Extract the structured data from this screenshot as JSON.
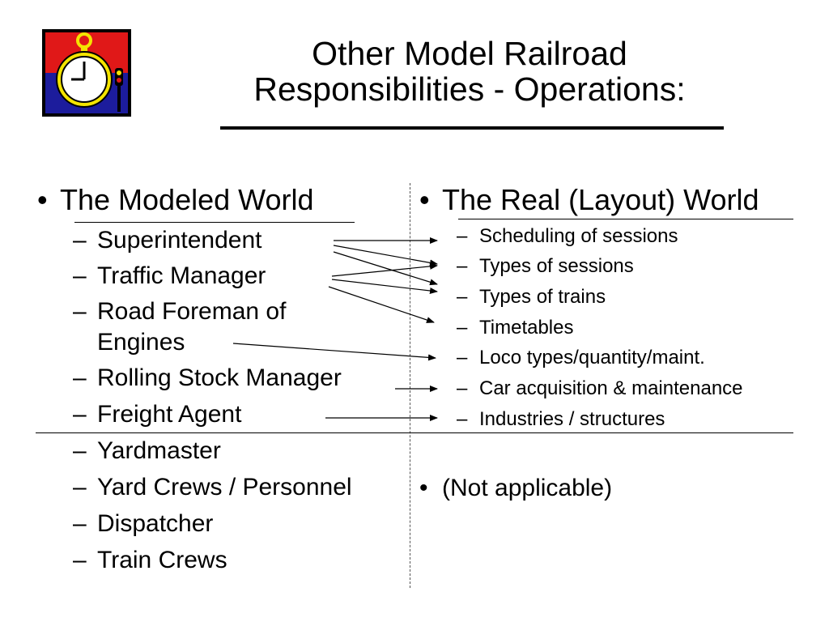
{
  "slide": {
    "title_line1": "Other Model Railroad",
    "title_line2": "Responsibilities - Operations:",
    "bullet_char": "•",
    "dash_char": "–"
  },
  "left_column": {
    "heading": "The Modeled World",
    "items": [
      "Superintendent",
      "Traffic Manager",
      "Road Foreman of",
      "Engines",
      "Rolling Stock Manager",
      "Freight Agent",
      "Yardmaster",
      "Yard Crews / Personnel",
      "Dispatcher",
      "Train Crews"
    ]
  },
  "right_column": {
    "heading": "The Real (Layout) World",
    "items": [
      "Scheduling of sessions",
      "Types of sessions",
      "Types of trains",
      "Timetables",
      "Loco types/quantity/maint.",
      "Car acquisition & maintenance",
      "Industries / structures"
    ],
    "second_heading": "(Not applicable)"
  },
  "logo": {
    "icon": "pocket-watch-signal-icon",
    "colors": {
      "top": "#e01818",
      "bottom": "#1c1c9c",
      "watch": "#f4e400"
    }
  }
}
